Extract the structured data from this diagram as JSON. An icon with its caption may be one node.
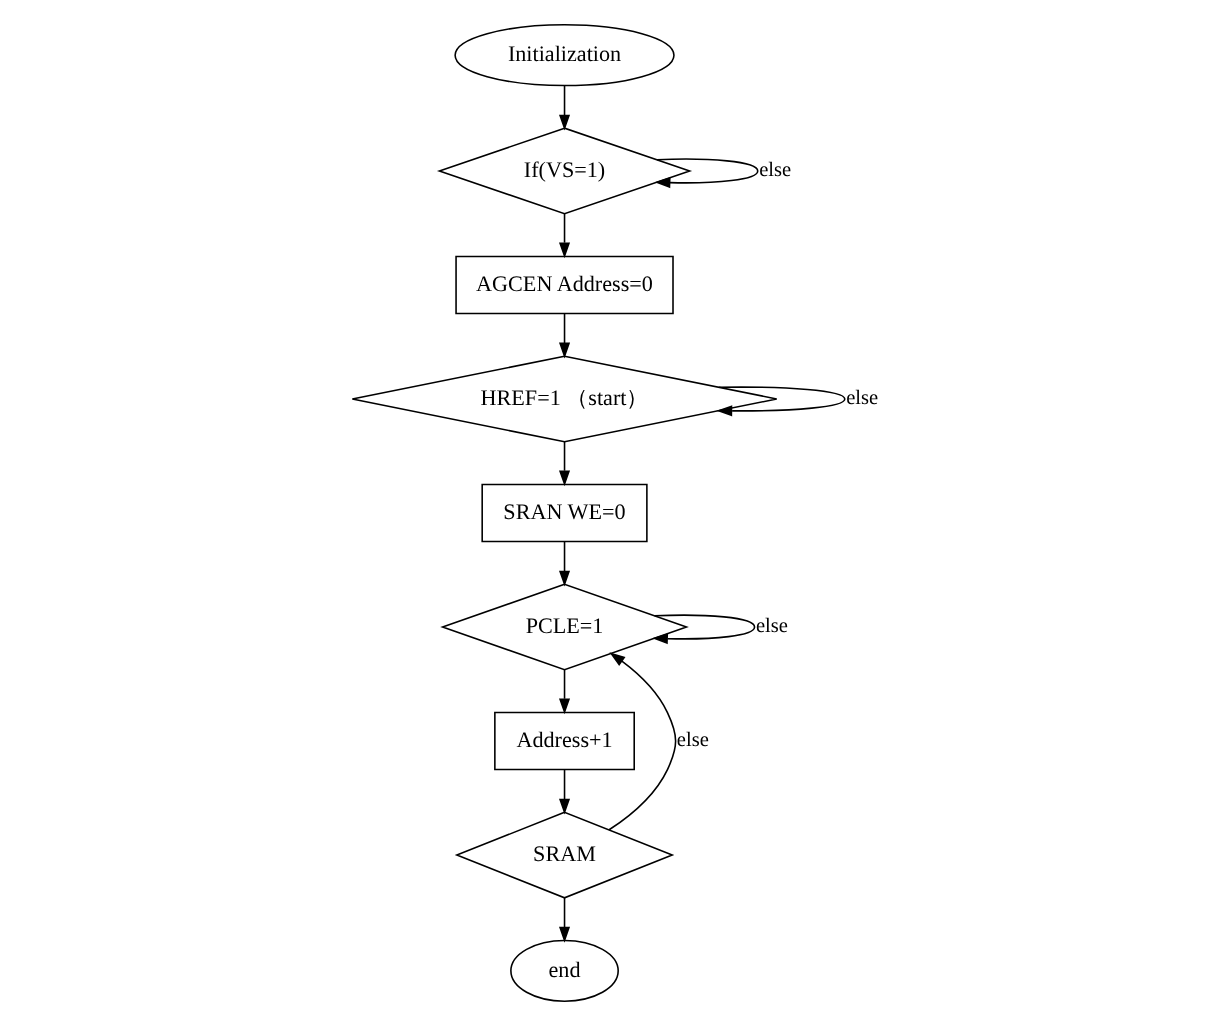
{
  "diagram": {
    "nodes": [
      {
        "text": [
          "Initialization"
        ]
      },
      {
        "text": [
          "If(VS=1)"
        ]
      },
      {
        "text": [
          "AGCEN Address=0"
        ]
      },
      {
        "text": [
          "HREF=1 （start）"
        ]
      },
      {
        "text": [
          "SRAN WE=0"
        ]
      },
      {
        "text": [
          "PCLE=1"
        ]
      },
      {
        "text": [
          "Address+1"
        ]
      },
      {
        "text": [
          "SRAM"
        ]
      },
      {
        "text": [
          "end"
        ]
      }
    ],
    "edges": [
      {
        "from": 0,
        "to": 1,
        "arrow": "to"
      },
      {
        "from": 1,
        "to": 1,
        "arrow": "to",
        "label": "else"
      },
      {
        "from": 1,
        "to": 2,
        "arrow": "to"
      },
      {
        "from": 2,
        "to": 3,
        "arrow": "to"
      },
      {
        "from": 3,
        "to": 3,
        "arrow": "to",
        "label": "else"
      },
      {
        "from": 3,
        "to": 4,
        "arrow": "to"
      },
      {
        "from": 4,
        "to": 5,
        "arrow": "to"
      },
      {
        "from": 5,
        "to": 5,
        "arrow": "to",
        "label": "else"
      },
      {
        "from": 5,
        "to": 6,
        "arrow": "to"
      },
      {
        "from": 6,
        "to": 7,
        "arrow": "to"
      },
      {
        "from": 7,
        "to": 5,
        "arrow": "to",
        "label": "else"
      },
      {
        "from": 7,
        "to": 8,
        "arrow": "to"
      }
    ]
  }
}
